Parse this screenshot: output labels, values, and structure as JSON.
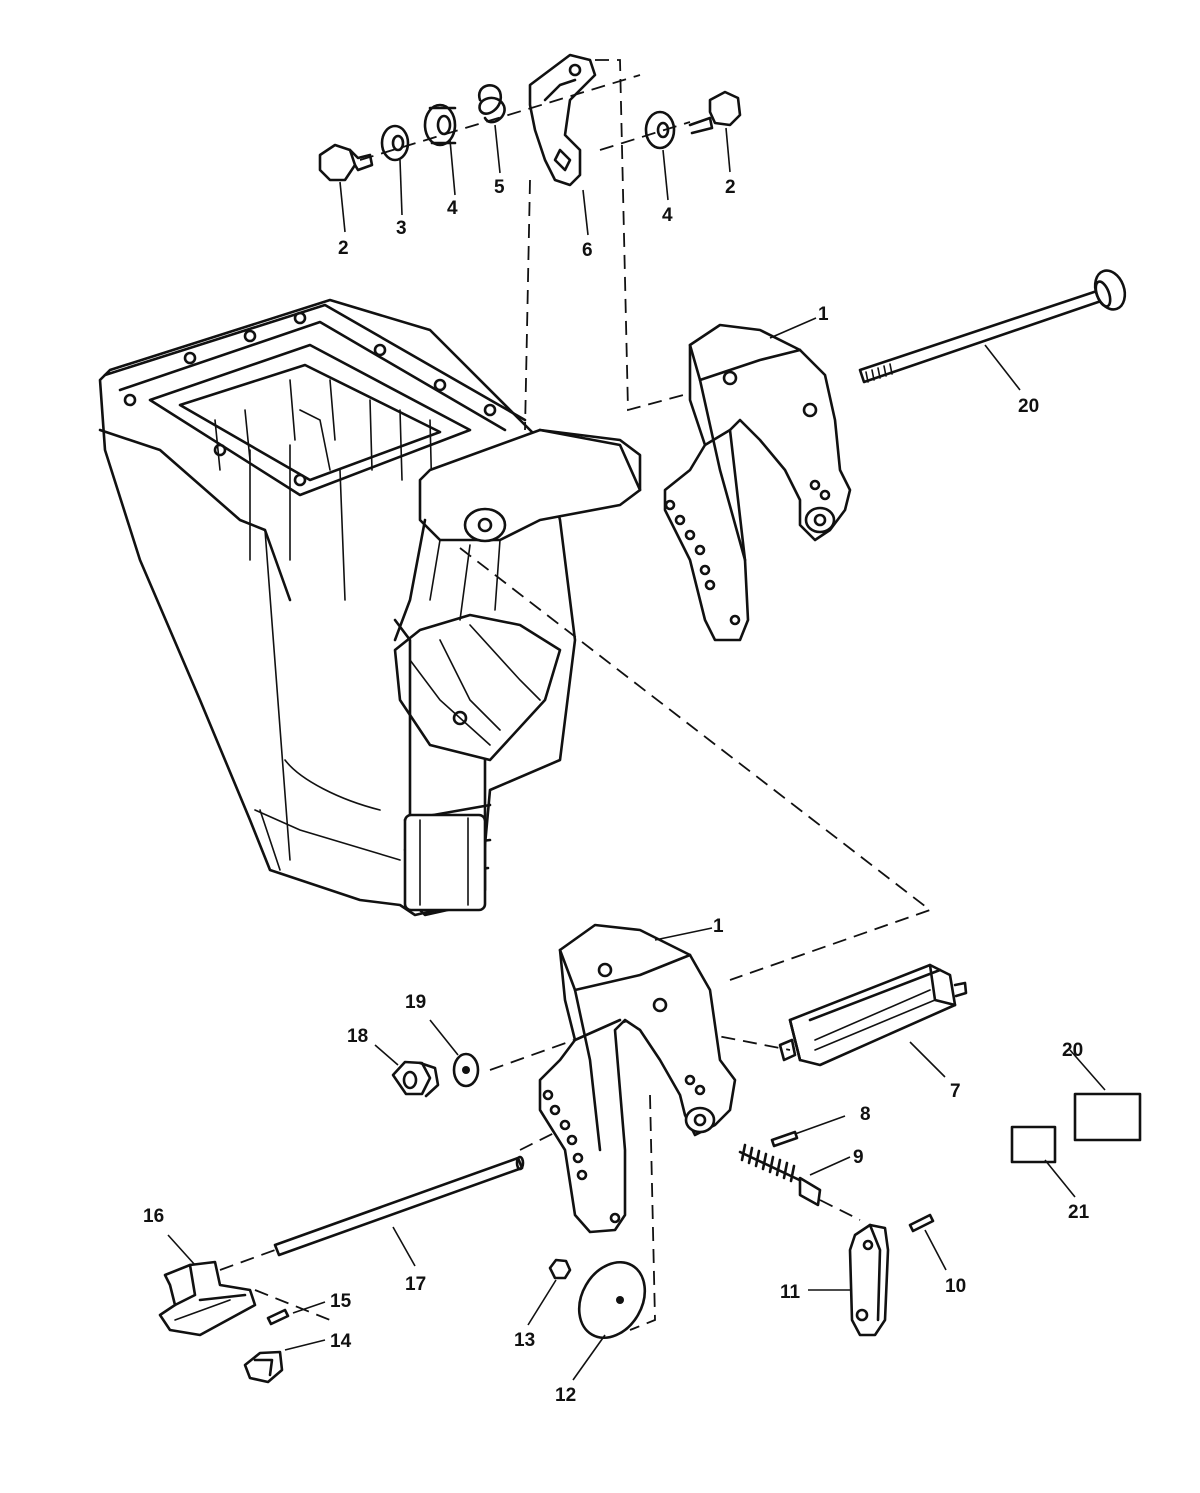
{
  "diagram": {
    "callouts": {
      "c1a": "1",
      "c1b": "1",
      "c2a": "2",
      "c2b": "2",
      "c3": "3",
      "c4a": "4",
      "c4b": "4",
      "c5": "5",
      "c6": "6",
      "c7": "7",
      "c8": "8",
      "c9": "9",
      "c10": "10",
      "c11": "11",
      "c12": "12",
      "c13": "13",
      "c14": "14",
      "c15": "15",
      "c16": "16",
      "c17": "17",
      "c18": "18",
      "c19": "19",
      "c20a": "20",
      "c20b": "20",
      "c21": "21"
    }
  }
}
